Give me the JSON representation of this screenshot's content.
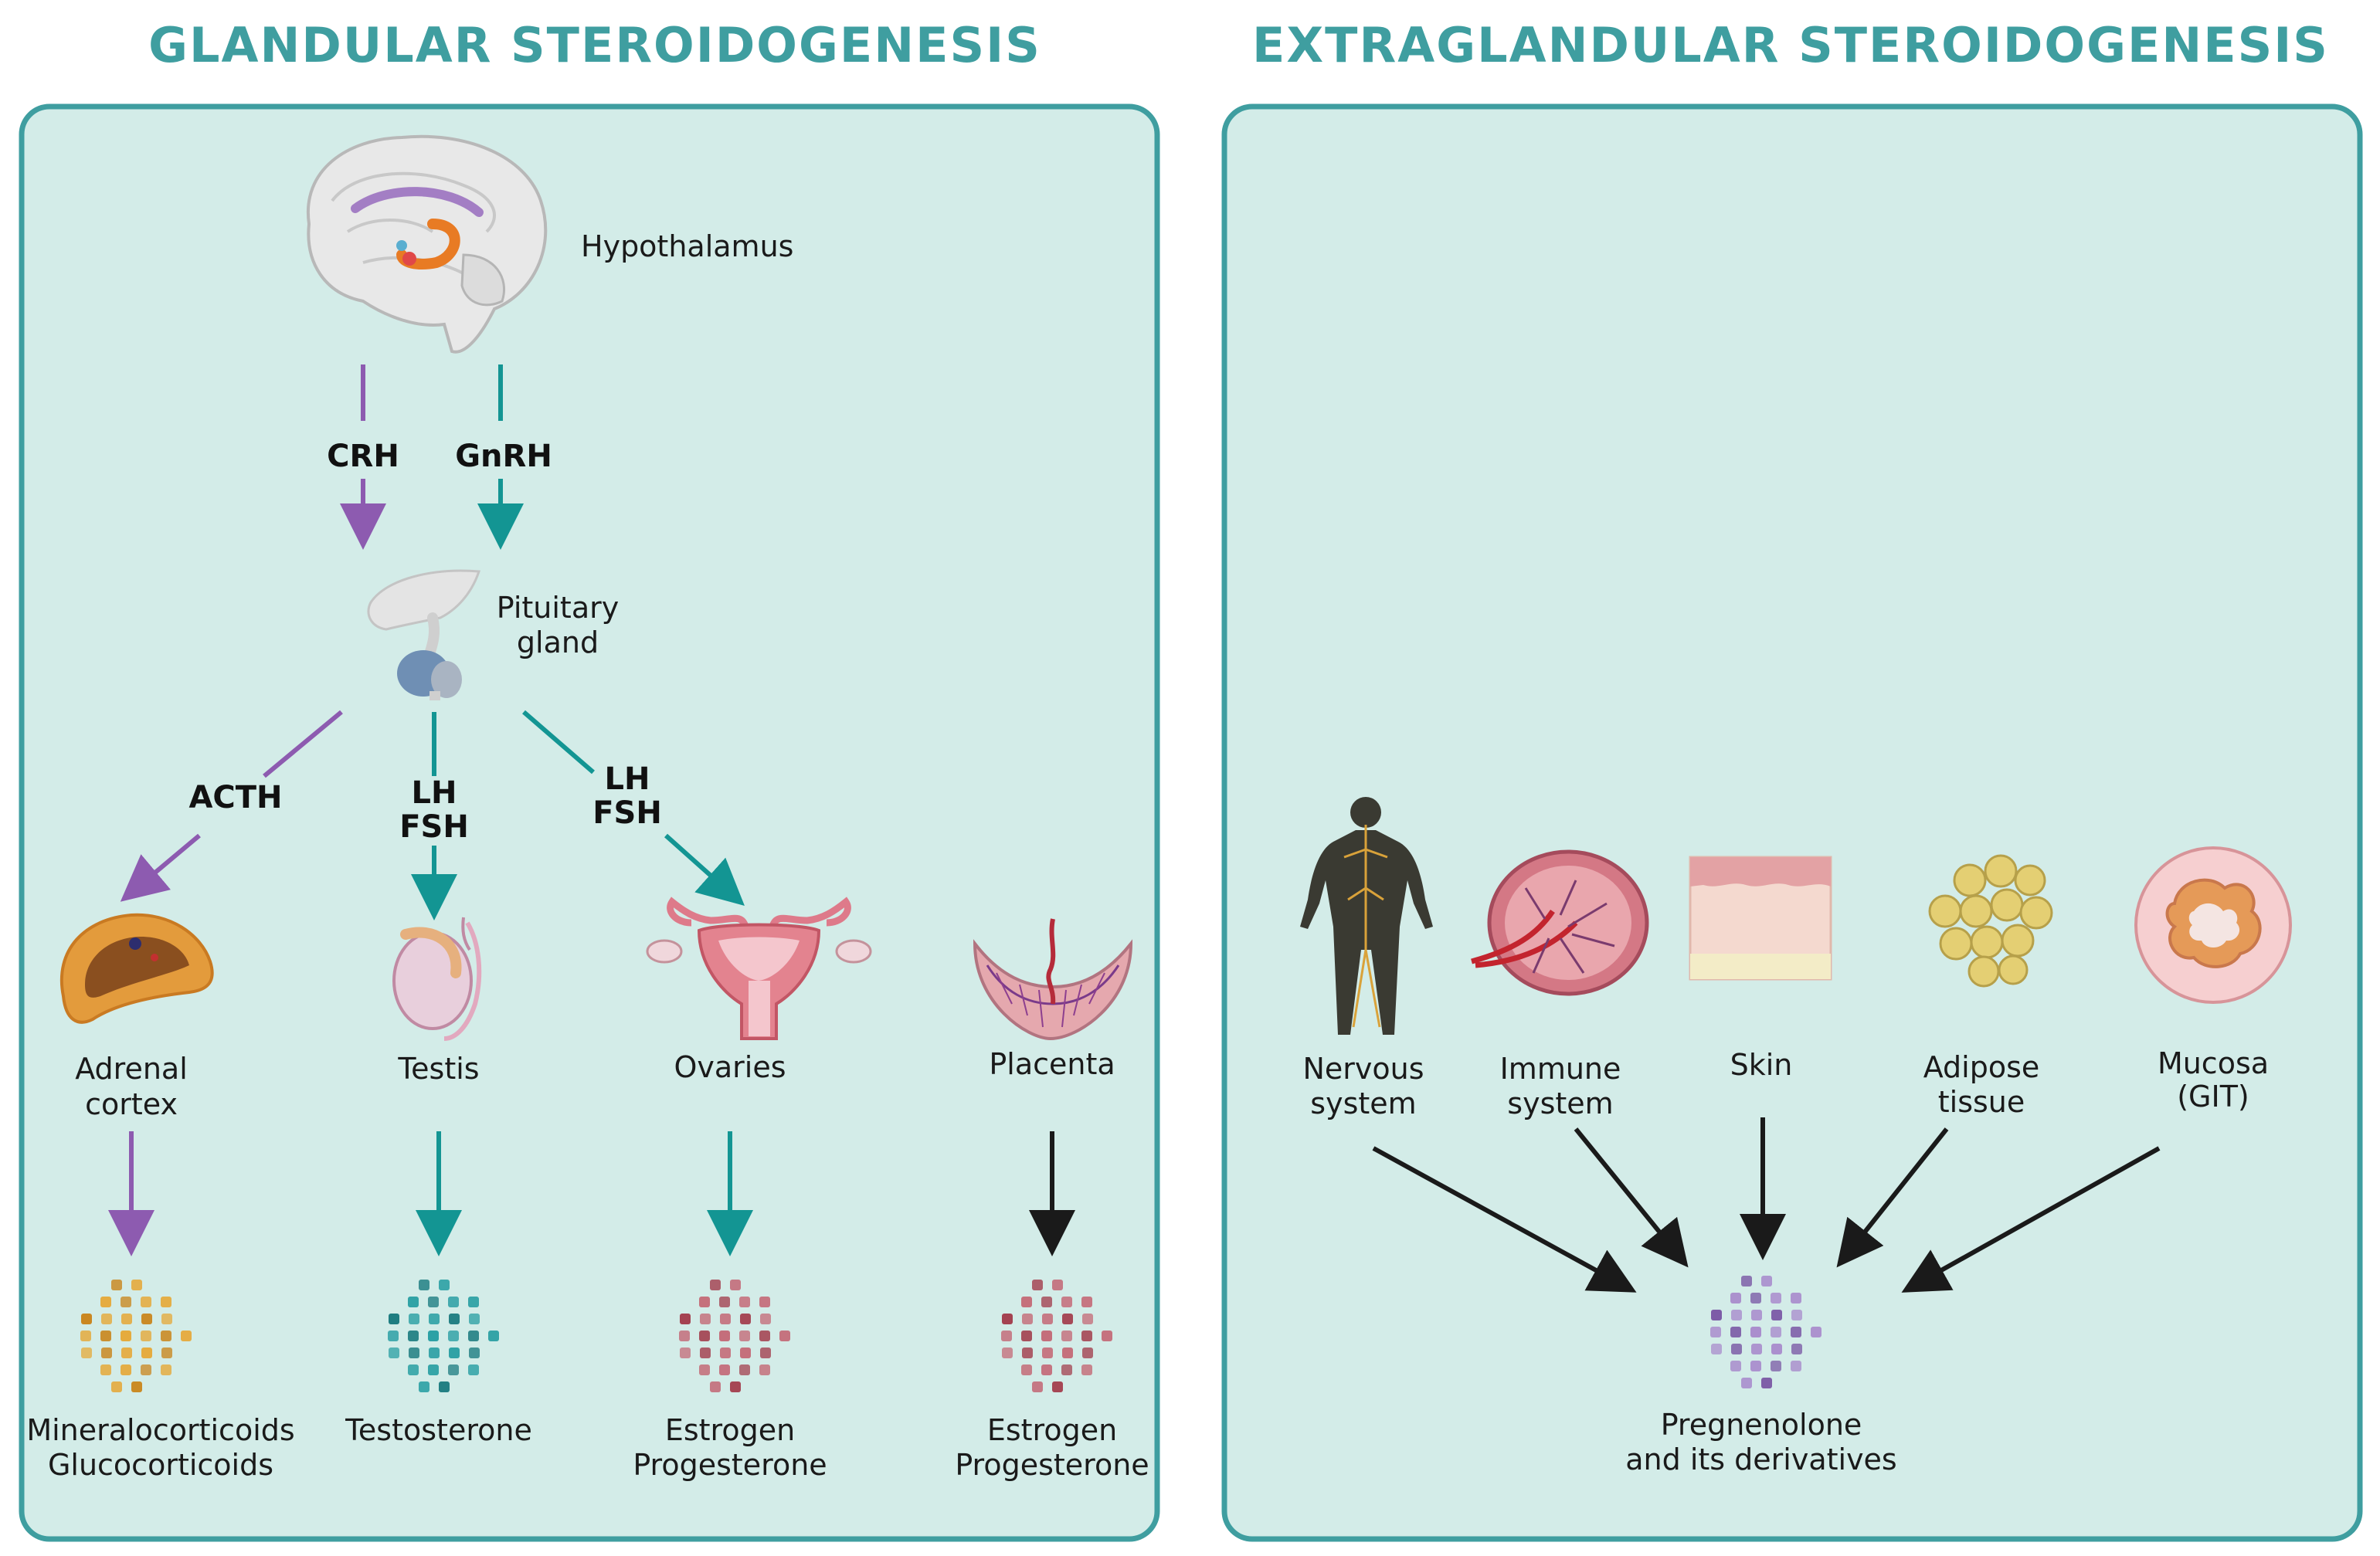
{
  "titles": {
    "glandular": "GLANDULAR STEROIDOGENESIS",
    "extraglandular": "EXTRAGLANDULAR STEROIDOGENESIS"
  },
  "glandular": {
    "hypothalamus": "Hypothalamus",
    "crh": "CRH",
    "gnrh": "GnRH",
    "pituitary_line1": "Pituitary",
    "pituitary_line2": "gland",
    "acth": "ACTH",
    "lh_fsh_testis": [
      "LH",
      "FSH"
    ],
    "lh_fsh_ovaries": [
      "LH",
      "FSH"
    ],
    "adrenal": [
      "Adrenal",
      "cortex"
    ],
    "testis": "Testis",
    "ovaries": "Ovaries",
    "placenta": "Placenta",
    "products": {
      "adrenal": [
        "Mineralocorticoids",
        "Glucocorticoids"
      ],
      "testis": "Testosterone",
      "ovaries": [
        "Estrogen",
        "Progesterone"
      ],
      "placenta": [
        "Estrogen",
        "Progesterone"
      ]
    }
  },
  "extraglandular": {
    "sources": [
      [
        "Nervous",
        "system"
      ],
      [
        "Immune",
        "system"
      ],
      [
        "Skin"
      ],
      [
        "Adipose",
        "tissue"
      ],
      [
        "Mucosa",
        "(GIT)"
      ]
    ],
    "product": [
      "Pregnenolone",
      "and its derivatives"
    ]
  },
  "colors": {
    "title": "#3f9ea0",
    "panel_fill": "#d3ece8",
    "panel_border": "#3f9ea0",
    "purple": "#8d5bb0",
    "teal": "#139593",
    "black": "#1a1a1a"
  },
  "icons": [
    "brain-icon",
    "pituitary-icon",
    "adrenal-icon",
    "testis-icon",
    "uterus-icon",
    "placenta-icon",
    "human-body-icon",
    "lymph-node-icon",
    "skin-icon",
    "adipose-icon",
    "mucosa-icon",
    "molecule-cluster-icon"
  ]
}
